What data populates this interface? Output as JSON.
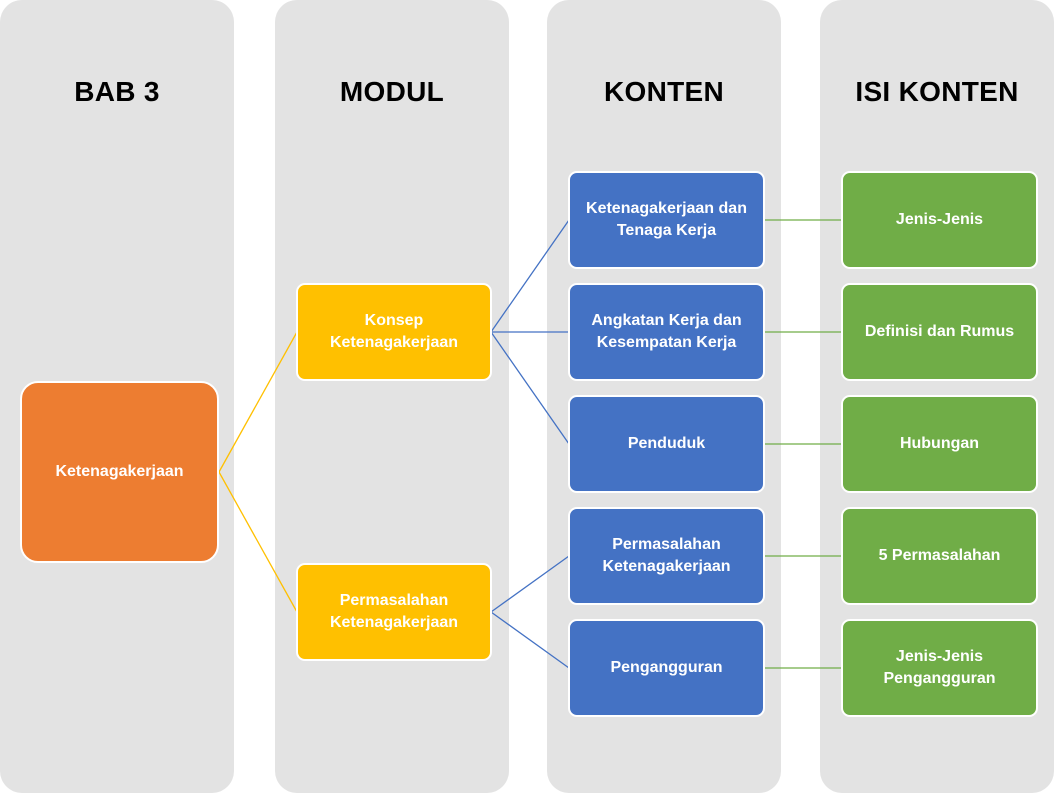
{
  "columns": [
    {
      "title": "BAB 3"
    },
    {
      "title": "MODUL"
    },
    {
      "title": "KONTEN"
    },
    {
      "title": "ISI KONTEN"
    }
  ],
  "bab": {
    "label": "Ketenagakerjaan"
  },
  "modul": [
    {
      "label": "Konsep Ketenagakerjaan"
    },
    {
      "label": "Permasalahan Ketenagakerjaan"
    }
  ],
  "konten": [
    {
      "label": "Ketenagakerjaan dan Tenaga Kerja"
    },
    {
      "label": "Angkatan Kerja dan Kesempatan Kerja"
    },
    {
      "label": "Penduduk"
    },
    {
      "label": "Permasalahan Ketenagakerjaan"
    },
    {
      "label": "Pengangguran"
    }
  ],
  "isi_konten": [
    {
      "label": "Jenis-Jenis"
    },
    {
      "label": "Definisi dan Rumus"
    },
    {
      "label": "Hubungan"
    },
    {
      "label": "5 Permasalahan"
    },
    {
      "label": "Jenis-Jenis Pengangguran"
    }
  ],
  "colors": {
    "bab": "#ed7d31",
    "modul": "#ffc000",
    "konten": "#4472c4",
    "isi_konten": "#70ad47",
    "column_bg": "#e3e3e3"
  }
}
